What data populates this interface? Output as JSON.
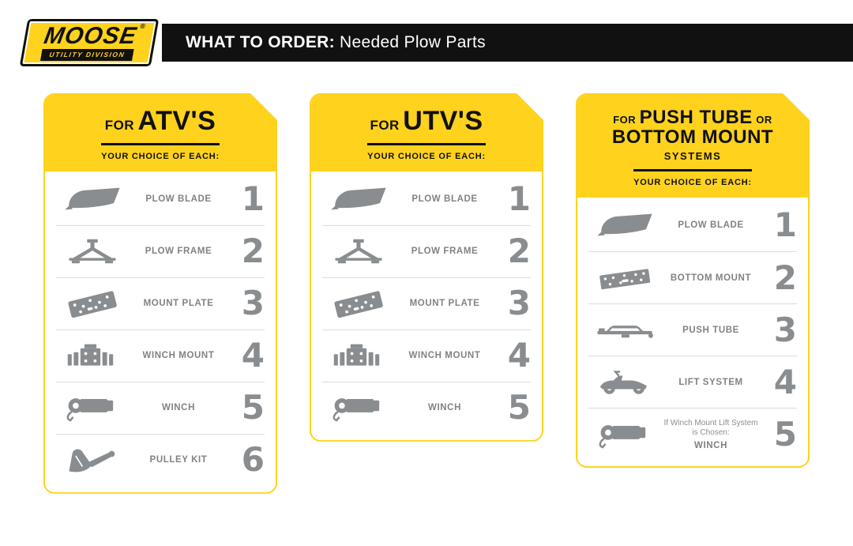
{
  "header": {
    "logo_brand": "MOOSE",
    "logo_reg": "®",
    "logo_sub": "UTILITY DIVISION",
    "title_bold": "WHAT TO ORDER:",
    "title_rest": " Needed Plow Parts"
  },
  "colors": {
    "yellow": "#FFD21E",
    "black": "#111111",
    "icon_gray": "#8A8D8F",
    "label_gray": "#808285"
  },
  "columns": [
    {
      "title_pre": "FOR",
      "title_main": "ATV'S",
      "subtitle": "YOUR CHOICE OF EACH:",
      "items": [
        {
          "icon": "plow-blade-icon",
          "label": "PLOW BLADE",
          "number": "1"
        },
        {
          "icon": "plow-frame-icon",
          "label": "PLOW FRAME",
          "number": "2"
        },
        {
          "icon": "mount-plate-icon",
          "label": "MOUNT PLATE",
          "number": "3"
        },
        {
          "icon": "winch-mount-icon",
          "label": "WINCH MOUNT",
          "number": "4"
        },
        {
          "icon": "winch-icon",
          "label": "WINCH",
          "number": "5"
        },
        {
          "icon": "pulley-kit-icon",
          "label": "PULLEY KIT",
          "number": "6"
        }
      ]
    },
    {
      "title_pre": "FOR",
      "title_main": "UTV'S",
      "subtitle": "YOUR CHOICE OF EACH:",
      "items": [
        {
          "icon": "plow-blade-icon",
          "label": "PLOW BLADE",
          "number": "1"
        },
        {
          "icon": "plow-frame-icon",
          "label": "PLOW FRAME",
          "number": "2"
        },
        {
          "icon": "mount-plate-icon",
          "label": "MOUNT PLATE",
          "number": "3"
        },
        {
          "icon": "winch-mount-icon",
          "label": "WINCH MOUNT",
          "number": "4"
        },
        {
          "icon": "winch-icon",
          "label": "WINCH",
          "number": "5"
        }
      ]
    },
    {
      "t1_pre": "FOR",
      "t1_main": "PUSH TUBE",
      "t1_suf": "OR",
      "t2": "BOTTOM MOUNT",
      "t3": "SYSTEMS",
      "subtitle": "YOUR CHOICE OF EACH:",
      "items": [
        {
          "icon": "plow-blade-icon",
          "label": "PLOW BLADE",
          "number": "1"
        },
        {
          "icon": "bottom-mount-icon",
          "label": "BOTTOM MOUNT",
          "number": "2"
        },
        {
          "icon": "push-tube-icon",
          "label": "PUSH TUBE",
          "number": "3"
        },
        {
          "icon": "lift-system-icon",
          "label": "LIFT SYSTEM",
          "number": "4"
        },
        {
          "icon": "winch-icon",
          "note": "If Winch Mount Lift System is Chosen:",
          "label": "WINCH",
          "number": "5"
        }
      ]
    }
  ]
}
